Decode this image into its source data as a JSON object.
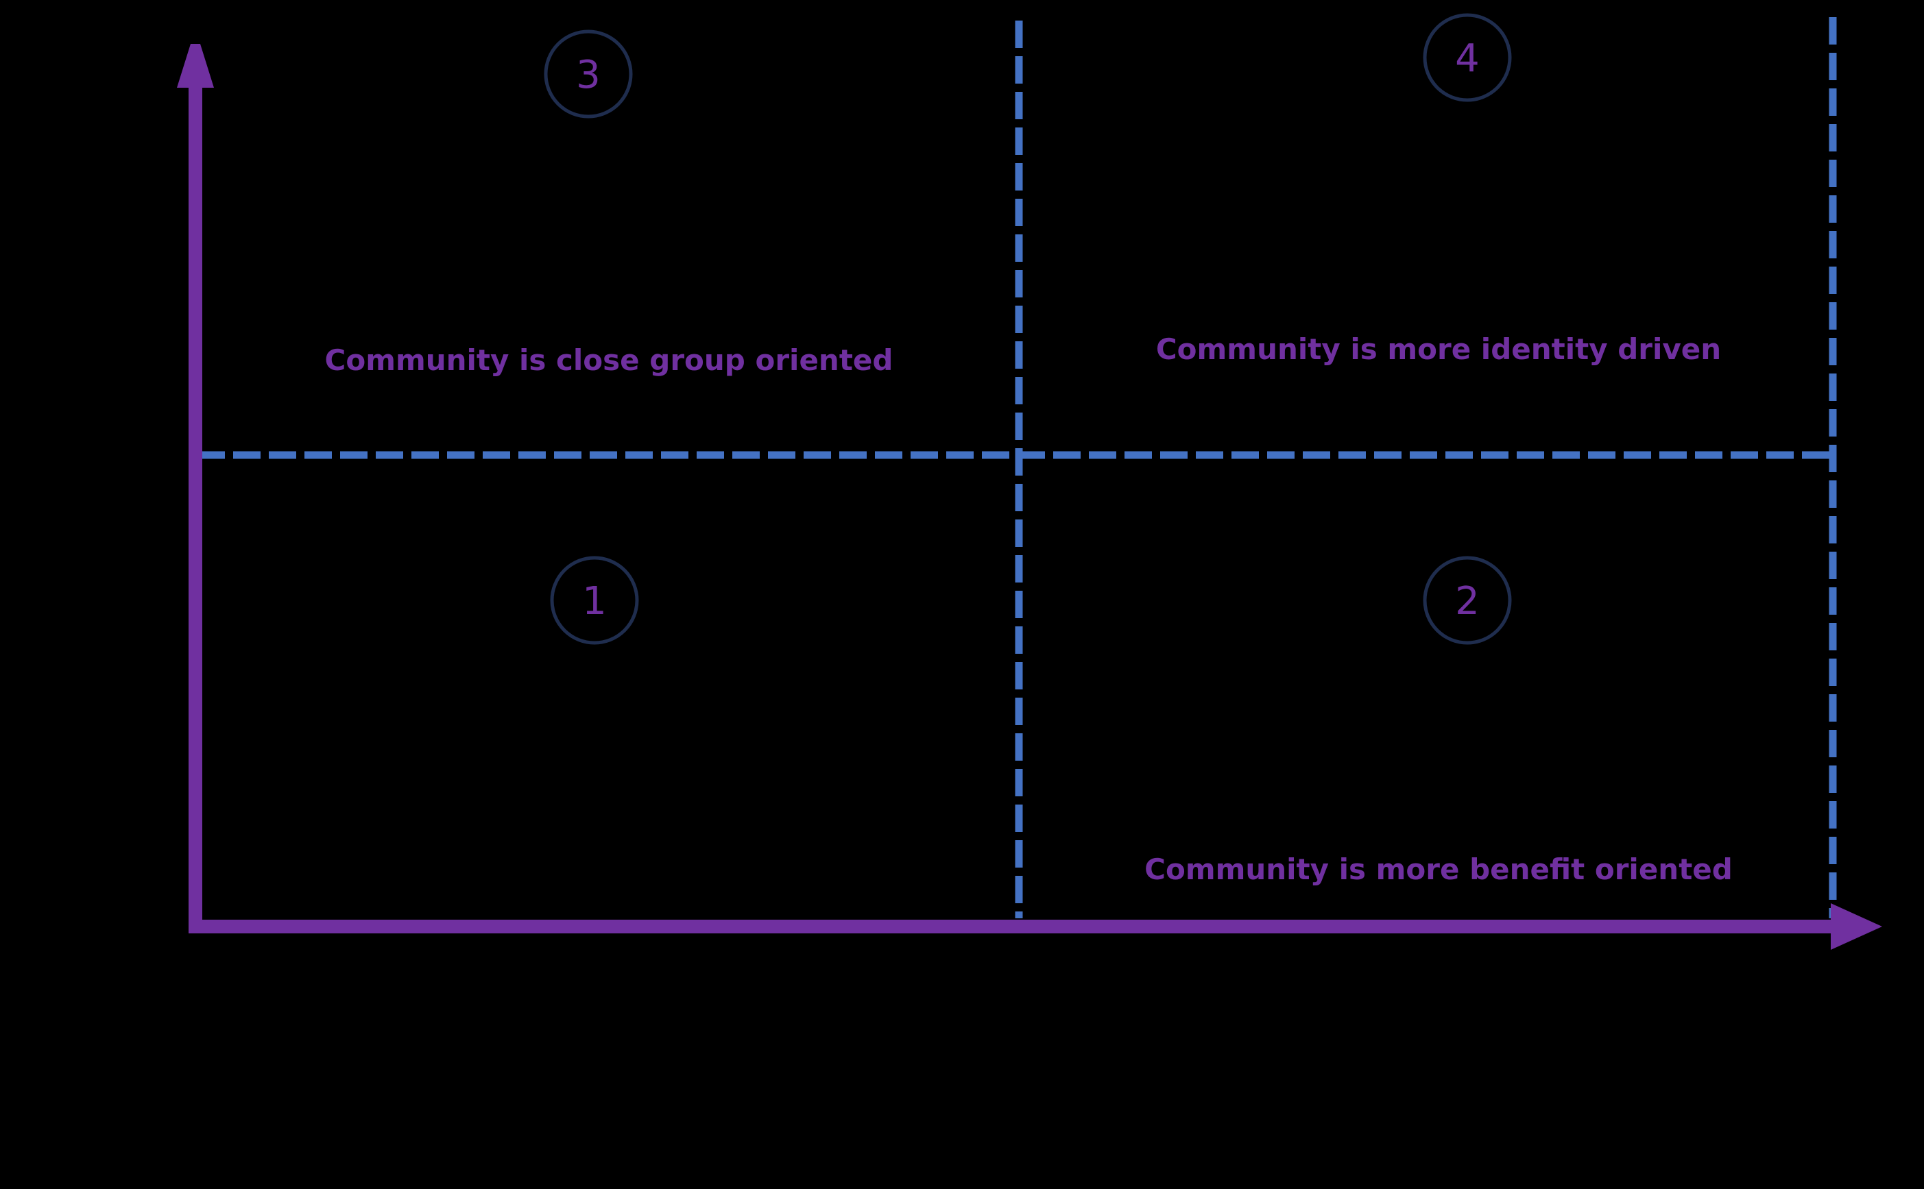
{
  "colors": {
    "background": "#000000",
    "axis": "#7030a0",
    "divider": "#4472c4",
    "marker_stroke": "#1f2d4e",
    "marker_text": "#7030a0",
    "label_text": "#7030a0"
  },
  "quadrants": {
    "q1": {
      "number": "1"
    },
    "q2": {
      "number": "2",
      "label": "Community is more benefit oriented"
    },
    "q3": {
      "number": "3",
      "label": "Community is close group oriented"
    },
    "q4": {
      "number": "4",
      "label": "Community is more identity driven"
    }
  }
}
